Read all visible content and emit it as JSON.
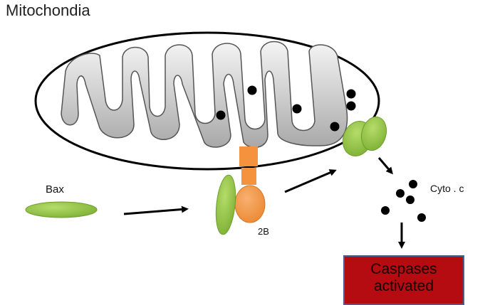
{
  "title": "Mitochondia",
  "labels": {
    "bax": "Bax",
    "cyto_c": "Cyto . c",
    "b2": "2B"
  },
  "caspase_box": {
    "line1": "Caspases",
    "line2": "activated"
  },
  "colors": {
    "green": "#8dc63f",
    "orange": "#f5923e",
    "membrane_fill": "#d9d9d9",
    "dark_red": "#b40c10",
    "dot": "#000000"
  }
}
